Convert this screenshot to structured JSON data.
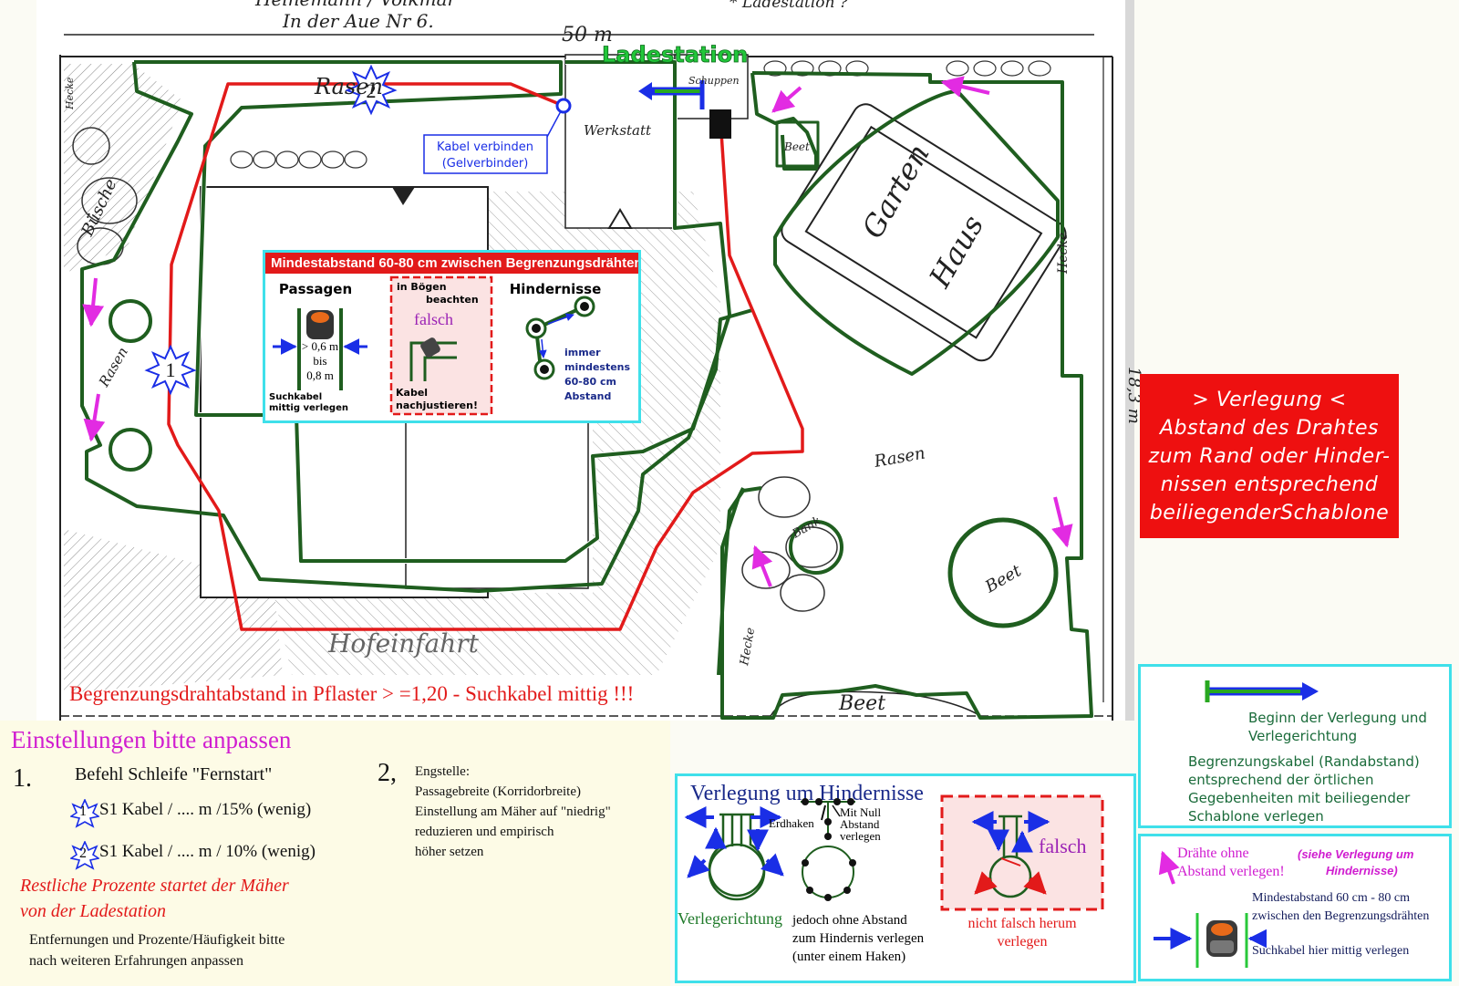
{
  "header": {
    "address_line1": "Heinemann / Volkmar",
    "address_line2": "In der Aue Nr 6.",
    "charging_label_top": "* Ladestation ?",
    "width_dim": "50 m",
    "height_dim": "18,3 m"
  },
  "plan": {
    "station_label": "Ladestation",
    "cable_connect_1": "Kabel verbinden",
    "cable_connect_2": "(Gelverbinder)",
    "marker_1": "1",
    "marker_2": "2",
    "sketch_rasen_top": "Rasen",
    "sketch_rasen_left": "Rasen",
    "sketch_rasen_right": "Rasen",
    "sketch_beet_top": "Beet",
    "sketch_beet_circle": "Beet",
    "sketch_beet_bottom": "Beet",
    "sketch_bank": "Bank",
    "sketch_gartenhaus_1": "Garten",
    "sketch_gartenhaus_2": "Haus",
    "sketch_werkstatt": "Werkstatt",
    "sketch_schuppen": "Schuppen",
    "sketch_hecke_1": "Hecke",
    "sketch_hecke_2": "Hecke",
    "sketch_hecke_3": "Hecke",
    "sketch_buesche": "Büsche",
    "sketch_hofeinfahrt": "Hofeinfahrt",
    "pflaster_note": "Begrenzungsdrahtabstand in Pflaster > =1,20 - Suchkabel mittig !!!"
  },
  "min_distance_panel": {
    "header": "Mindestabstand 60-80 cm zwischen Begrenzungsdrähten",
    "passagen_title": "Passagen",
    "passagen_range_1": "> 0,6 m",
    "passagen_range_2": "bis",
    "passagen_range_3": "0,8 m",
    "passagen_note_1": "Suchkabel",
    "passagen_note_2": "mittig verlegen",
    "bogen_title_1": "in Bögen",
    "bogen_title_2": "beachten",
    "bogen_falsch": "falsch",
    "bogen_note_1": "Kabel",
    "bogen_note_2": "nachjustieren!",
    "hindernisse_title": "Hindernisse",
    "hindernisse_note_1": "immer",
    "hindernisse_note_2": "mindestens",
    "hindernisse_note_3": "60-80 cm",
    "hindernisse_note_4": "Abstand"
  },
  "red_note": {
    "line1": "> Verlegung <",
    "line2": "Abstand des Drahtes",
    "line3": "zum Rand oder Hinder-",
    "line4": "nissen entsprechend",
    "line5": "beiliegenderSchablone"
  },
  "settings": {
    "title": "Einstellungen bitte anpassen",
    "num1": "1.",
    "cmd": "Befehl Schleife \"Fernstart\"",
    "s1_line1": "S1 Kabel / .... m /15% (wenig)",
    "s1_line2": "S1 Kabel / .... m / 10% (wenig)",
    "star1": "1",
    "star2": "2",
    "rest_1": "Restliche Prozente  startet der Mäher",
    "rest_2": "von der Ladestation",
    "distances_1": "Entfernungen und Prozente/Häufigkeit bitte",
    "distances_2": "nach weiteren Erfahrungen anpassen",
    "num2": "2,",
    "eng_1": "Engstelle:",
    "eng_2": "Passagebreite (Korridorbreite)",
    "eng_3": "Einstellung am Mäher auf \"niedrig\"",
    "eng_4": "reduzieren und empirisch",
    "eng_5": "höher setzen"
  },
  "obstacle_box": {
    "title": "Verlegung um Hindernisse",
    "verlegerichtung": "Verlegerichtung",
    "erdhaken": "Erdhaken",
    "mit_null_1": "Mit Null",
    "mit_null_2": "Abstand",
    "mit_null_3": "verlegen",
    "jedoch_1": "jedoch ohne Abstand",
    "jedoch_2": "zum Hindernis verlegen",
    "jedoch_3": "(unter einem Haken)",
    "falsch": "falsch",
    "nicht_falsch_1": "nicht falsch herum",
    "nicht_falsch_2": "verlegen"
  },
  "legend_top": {
    "beginn_1": "Beginn der Verlegung und",
    "beginn_2": "Verlegerichtung",
    "kabel_1": "Begrenzungskabel (Randabstand)",
    "kabel_2": "entsprechend der örtlichen",
    "kabel_3": "Gegebenheiten mit beiliegender",
    "kabel_4": "Schablone verlegen"
  },
  "legend_bottom": {
    "draehte_1": "Drähte ohne",
    "draehte_2": "Abstand verlegen!",
    "siehe_1": "(siehe Verlegung um",
    "siehe_2": "Hindernisse)",
    "mind_1": "Mindestabstand 60 cm - 80 cm",
    "mind_2": "zwischen den Begrenzungsdrähten",
    "such": "Suchkabel hier mittig verlegen"
  },
  "colors": {
    "boundary": "#1f5e1f",
    "search_cable": "#e21a1a",
    "arrow_blue": "#1a2ee6",
    "arrow_magenta": "#e22be2",
    "legend_border": "#3fe0ea",
    "note_red": "#ee1010"
  }
}
